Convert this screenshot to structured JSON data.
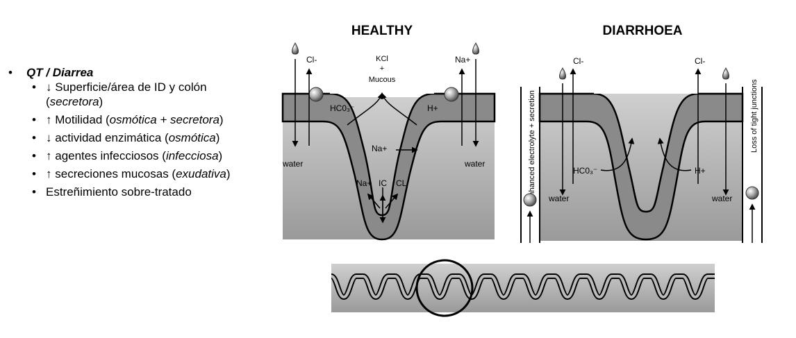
{
  "bullets": {
    "title": "QT / Diarrea",
    "items": [
      {
        "arrow": "↓",
        "text": "Superficie/área de ID y colón (",
        "em": "secretora",
        "tail": ")"
      },
      {
        "arrow": "↑",
        "text": "Motilidad (",
        "em": "osmótica + secretora",
        "tail": ")"
      },
      {
        "arrow": "↓",
        "text": "actividad enzimática (",
        "em": "osmótica",
        "tail": ")"
      },
      {
        "arrow": "↑",
        "text": "agentes infecciosos (",
        "em": "infecciosa",
        "tail": ")"
      },
      {
        "arrow": "↑",
        "text": "secreciones mucosas (",
        "em": "exudativa",
        "tail": ")"
      },
      {
        "arrow": "",
        "text": "Estreñimiento sobre-tratado",
        "em": "",
        "tail": ""
      }
    ]
  },
  "diagram": {
    "healthy": {
      "title": "HEALTHY",
      "cl": "Cl-",
      "na": "Na+",
      "kcl": "KCl",
      "plus": "+",
      "mucous": "Mucous",
      "hco3": "HC0₃⁻",
      "h": "H+",
      "na_center": "Na+",
      "water_left": "water",
      "water_right": "water",
      "na_bottom": "Na+",
      "ic": "IC",
      "cl_bottom": "CL"
    },
    "diarrhoea": {
      "title": "DIARRHOEA",
      "cl_left": "Cl-",
      "cl_right": "Cl-",
      "hco3": "HC0₃⁻",
      "h": "H+",
      "water_left": "water",
      "water_right": "water",
      "side_left": "Enhanced electrolyte + secretion",
      "side_right": "Loss of tight junctions"
    }
  }
}
